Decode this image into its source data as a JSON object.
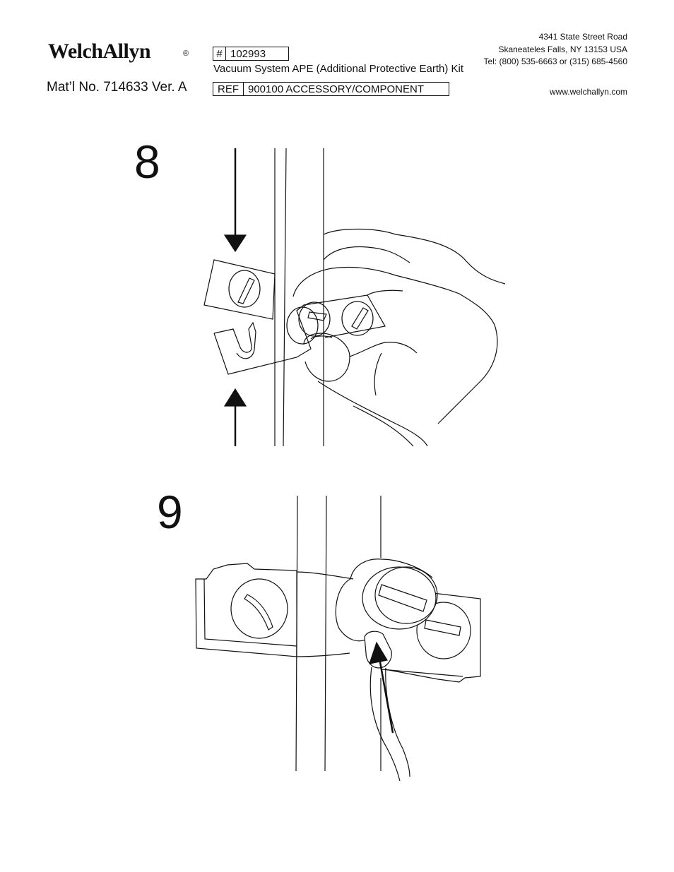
{
  "header": {
    "logo_text": "WelchAllyn",
    "registered_mark": "®",
    "material_number": "Mat’l No. 714633 Ver. A",
    "part_hash_label": "#",
    "part_number": "102993",
    "kit_title": "Vacuum System APE (Additional Protective Earth) Kit",
    "ref_label": "REF",
    "ref_value": "900100 ACCESSORY/COMPONENT"
  },
  "address": {
    "line1": "4341 State Street Road",
    "line2": "Skaneateles Falls, NY 13153 USA",
    "line3": "Tel: (800) 535-6663 or (315) 685-4560",
    "website": "www.welchallyn.com"
  },
  "steps": [
    {
      "number": "8",
      "illustration": "hand-attaching-clamp-to-pole"
    },
    {
      "number": "9",
      "illustration": "ground-wire-connected-to-clamp"
    }
  ]
}
